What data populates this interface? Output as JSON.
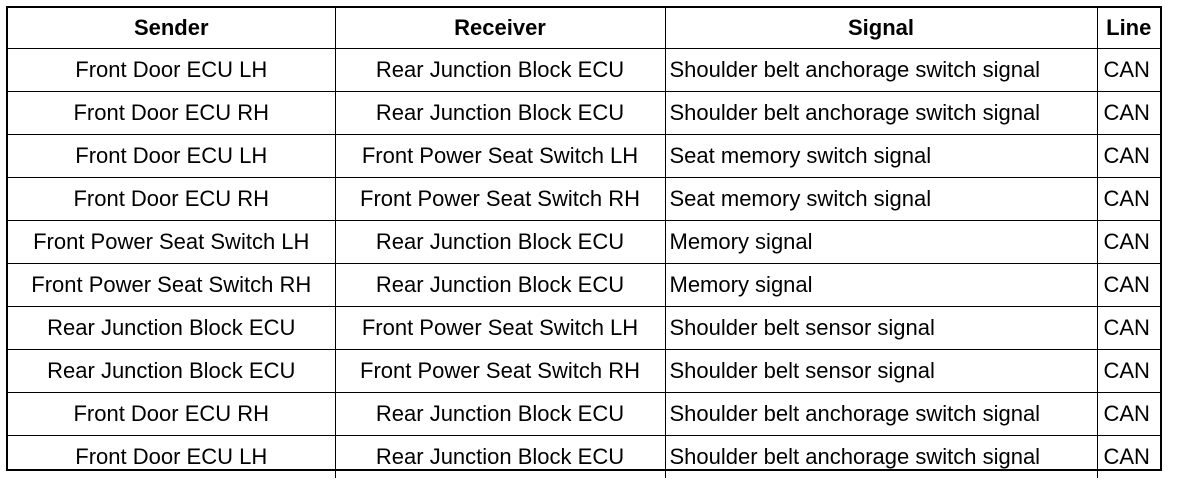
{
  "table": {
    "headers": {
      "sender": "Sender",
      "receiver": "Receiver",
      "signal": "Signal",
      "line": "Line"
    },
    "rows": [
      {
        "sender": "Front Door ECU LH",
        "receiver": "Rear Junction Block ECU",
        "signal": "Shoulder belt anchorage switch signal",
        "line": "CAN"
      },
      {
        "sender": "Front Door ECU RH",
        "receiver": "Rear Junction Block ECU",
        "signal": "Shoulder belt anchorage switch signal",
        "line": "CAN"
      },
      {
        "sender": "Front Door ECU LH",
        "receiver": "Front Power Seat Switch LH",
        "signal": "Seat memory switch signal",
        "line": "CAN"
      },
      {
        "sender": "Front Door ECU RH",
        "receiver": "Front Power Seat Switch RH",
        "signal": "Seat memory switch signal",
        "line": "CAN"
      },
      {
        "sender": "Front Power Seat Switch LH",
        "receiver": "Rear Junction Block ECU",
        "signal": "Memory signal",
        "line": "CAN"
      },
      {
        "sender": "Front Power Seat Switch RH",
        "receiver": "Rear Junction Block ECU",
        "signal": "Memory signal",
        "line": "CAN"
      },
      {
        "sender": "Rear Junction Block ECU",
        "receiver": "Front Power Seat Switch LH",
        "signal": "Shoulder belt sensor signal",
        "line": "CAN"
      },
      {
        "sender": "Rear Junction Block ECU",
        "receiver": "Front Power Seat Switch RH",
        "signal": "Shoulder belt sensor signal",
        "line": "CAN"
      },
      {
        "sender": "Front Door ECU RH",
        "receiver": "Rear Junction Block ECU",
        "signal": "Shoulder belt anchorage switch signal",
        "line": "CAN"
      },
      {
        "sender": "Front Door ECU LH",
        "receiver": "Rear Junction Block ECU",
        "signal": "Shoulder belt anchorage switch signal",
        "line": "CAN"
      }
    ]
  }
}
